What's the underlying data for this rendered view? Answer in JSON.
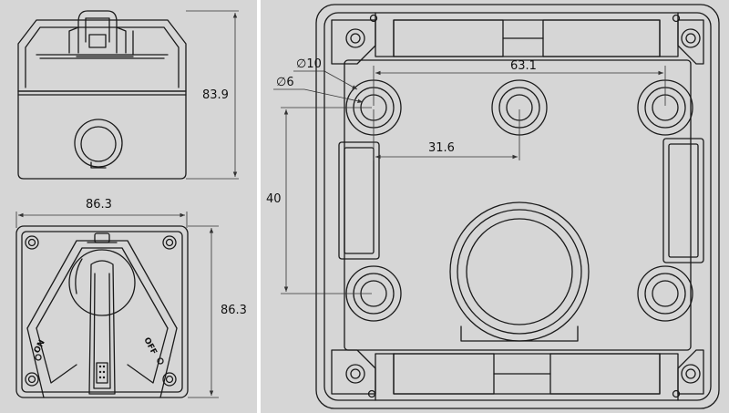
{
  "colors": {
    "panel_bg": "#d6d6d6",
    "line": "#1a1a1a",
    "divider": "#ffffff"
  },
  "views": {
    "side_view": {
      "height_dim": "83.9"
    },
    "front_view": {
      "width_dim": "86.3",
      "height_dim": "86.3",
      "on_label": "ON",
      "off_label": "OFF"
    },
    "back_view": {
      "hole_outer_dia": "∅10",
      "hole_inner_dia": "∅6",
      "hole_spacing_wide": "63.1",
      "hole_spacing_half": "31.6",
      "hole_spacing_vertical": "40"
    }
  }
}
